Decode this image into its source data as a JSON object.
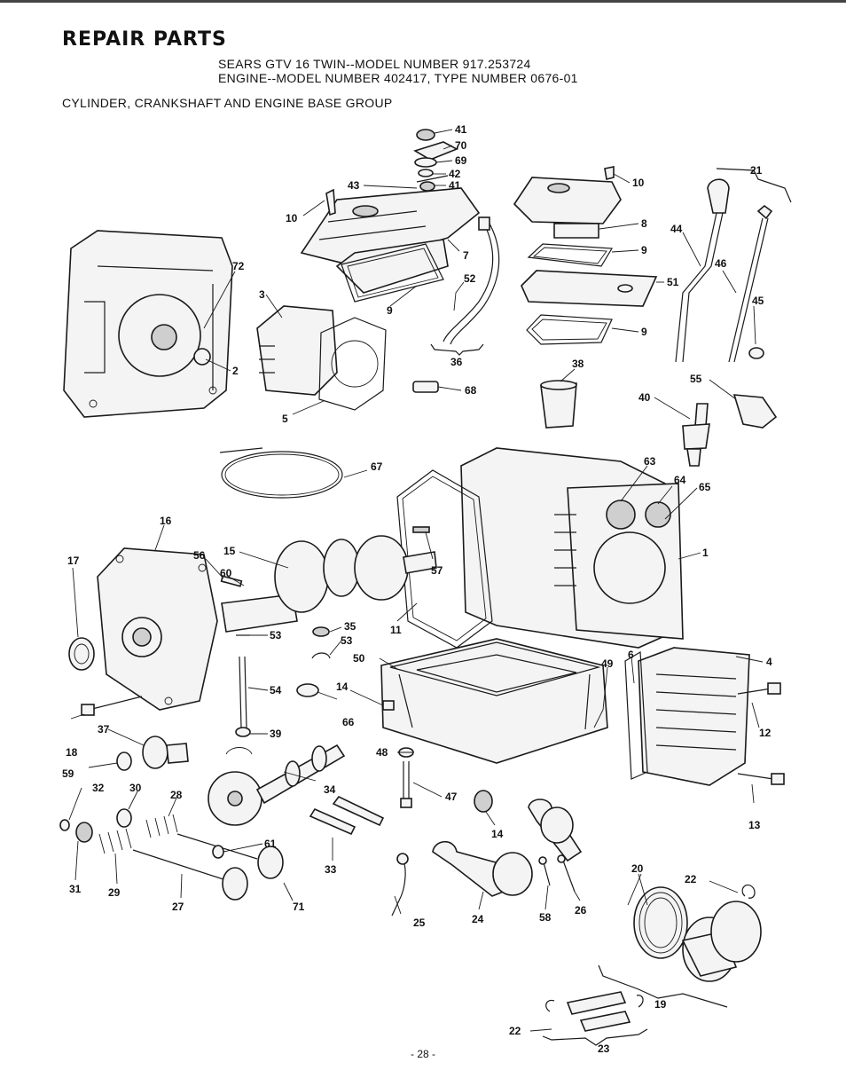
{
  "header": {
    "title": "REPAIR PARTS",
    "model_line": "SEARS GTV 16 TWIN--MODEL NUMBER 917.253724",
    "engine_line": "ENGINE--MODEL NUMBER 402417, TYPE NUMBER 0676-01",
    "group_title": "CYLINDER, CRANKSHAFT AND ENGINE BASE GROUP"
  },
  "footer": {
    "page_number": "- 28 -"
  },
  "callouts": {
    "c41a": "41",
    "c70": "70",
    "c69": "69",
    "c42": "42",
    "c43": "43",
    "c41b": "41",
    "c10a": "10",
    "c10b": "10",
    "c21": "21",
    "c8": "8",
    "c9a": "9",
    "c9b": "9",
    "c9c": "9",
    "c7": "7",
    "c72": "72",
    "c3": "3",
    "c52": "52",
    "c51": "51",
    "c44": "44",
    "c46": "46",
    "c45": "45",
    "c2": "2",
    "c36": "36",
    "c38": "38",
    "c68": "68",
    "c55": "55",
    "c40": "40",
    "c5": "5",
    "c67": "67",
    "c63": "63",
    "c64": "64",
    "c65": "65",
    "c16": "16",
    "c17": "17",
    "c56": "56",
    "c15": "15",
    "c60": "60",
    "c57": "57",
    "c1": "1",
    "c35": "35",
    "c11": "11",
    "c53a": "53",
    "c53b": "53",
    "c50": "50",
    "c49": "49",
    "c6": "6",
    "c4": "4",
    "c14a": "14",
    "c54": "54",
    "c66": "66",
    "c18": "18",
    "c37": "37",
    "c39": "39",
    "c12": "12",
    "c48": "48",
    "c59": "59",
    "c32": "32",
    "c30": "30",
    "c28": "28",
    "c34": "34",
    "c47": "47",
    "c13": "13",
    "c14b": "14",
    "c61": "61",
    "c33": "33",
    "c20": "20",
    "c22a": "22",
    "c31": "31",
    "c29": "29",
    "c27": "27",
    "c71": "71",
    "c25": "25",
    "c24": "24",
    "c58": "58",
    "c26": "26",
    "c19": "19",
    "c22b": "22",
    "c23": "23"
  }
}
